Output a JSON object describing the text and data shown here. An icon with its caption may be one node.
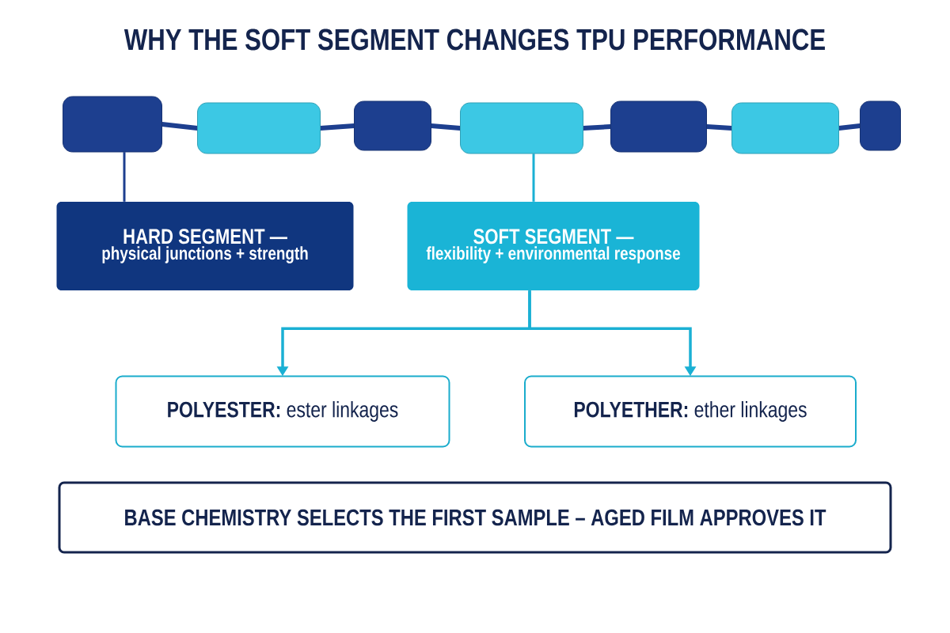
{
  "diagram": {
    "title": "WHY THE SOFT SEGMENT CHANGES TPU PERFORMANCE",
    "nodes": [
      {
        "text": [],
        "shape": "box"
      },
      {
        "text": [],
        "shape": "box"
      },
      {
        "text": [],
        "shape": "box"
      },
      {
        "text": [],
        "shape": "box"
      },
      {
        "text": [],
        "shape": "box"
      },
      {
        "text": [],
        "shape": "box"
      },
      {
        "text": [],
        "shape": "box"
      },
      {
        "text": [
          "HARD SEGMENT —",
          "physical junctions + strength"
        ]
      },
      {
        "text": [
          "SOFT SEGMENT —",
          "flexibility + environmental response"
        ]
      },
      {
        "text": [
          "**POLYESTER:** ester linkages"
        ]
      },
      {
        "text": [
          "**POLYETHER:** ether linkages"
        ]
      },
      {
        "text": [
          "BASE CHEMISTRY SELECTS THE FIRST SAMPLE – AGED FILM APPROVES IT"
        ]
      }
    ],
    "edges": [
      {
        "from": 0,
        "to": 1,
        "arrow": "none"
      },
      {
        "from": 1,
        "to": 2,
        "arrow": "none"
      },
      {
        "from": 2,
        "to": 3,
        "arrow": "none"
      },
      {
        "from": 3,
        "to": 4,
        "arrow": "none"
      },
      {
        "from": 4,
        "to": 5,
        "arrow": "none"
      },
      {
        "from": 5,
        "to": 6,
        "arrow": "none"
      },
      {
        "from": 0,
        "to": 7,
        "arrow": "none"
      },
      {
        "from": 3,
        "to": 8,
        "arrow": "none",
        "color": "#1ab0d4"
      },
      {
        "from": 8,
        "to": 9,
        "arrow": "to",
        "color": "#1ab0d4"
      },
      {
        "from": 8,
        "to": 10,
        "arrow": "to",
        "color": "#1ab0d4"
      }
    ]
  }
}
